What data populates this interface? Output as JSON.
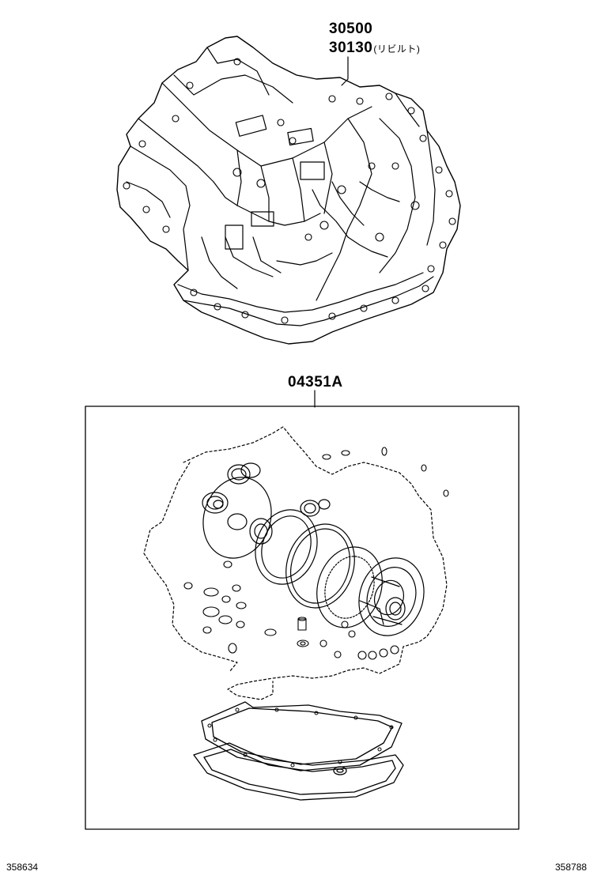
{
  "labels": {
    "part_30500": "30500",
    "part_30130": "30130",
    "part_30130_note": "(リビルト)",
    "part_04351a": "04351A"
  },
  "footer": {
    "left_code": "358634",
    "right_code": "358788"
  },
  "colors": {
    "line": "#000000",
    "background": "#ffffff"
  }
}
